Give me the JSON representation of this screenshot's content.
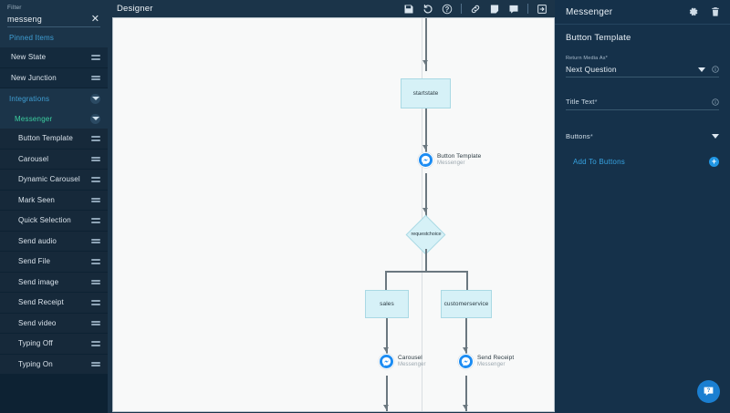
{
  "sidebar": {
    "filter": {
      "label": "Filter",
      "value": "messeng",
      "placeholder": "Filter",
      "clear_glyph": "✕"
    },
    "sections": [
      {
        "label": "Pinned Items",
        "color": "#3f9fd4",
        "collapsible": false
      },
      {
        "label": "Integrations",
        "color": "#3f9fd4",
        "collapsible": true
      },
      {
        "label": "Messenger",
        "color": "#3ccfa0",
        "collapsible": true
      }
    ],
    "pinned_items": [
      {
        "label": "New State"
      },
      {
        "label": "New Junction"
      }
    ],
    "messenger_items": [
      {
        "label": "Button Template"
      },
      {
        "label": "Carousel"
      },
      {
        "label": "Dynamic Carousel"
      },
      {
        "label": "Mark Seen"
      },
      {
        "label": "Quick Selection"
      },
      {
        "label": "Send audio"
      },
      {
        "label": "Send File"
      },
      {
        "label": "Send image"
      },
      {
        "label": "Send Receipt"
      },
      {
        "label": "Send video"
      },
      {
        "label": "Typing Off"
      },
      {
        "label": "Typing On"
      }
    ]
  },
  "topbar": {
    "title": "Designer",
    "icons": [
      {
        "name": "save-icon",
        "title": "Save"
      },
      {
        "name": "undo-icon",
        "title": "Undo"
      },
      {
        "name": "help-icon",
        "title": "Help"
      },
      {
        "name": "link-icon",
        "title": "Link"
      },
      {
        "name": "notes-icon",
        "title": "Notes"
      },
      {
        "name": "comment-icon",
        "title": "Comments"
      },
      {
        "name": "export-icon",
        "title": "Export"
      }
    ]
  },
  "canvas": {
    "nodes": [
      {
        "id": "startstate",
        "label": "startstate",
        "type": "box"
      },
      {
        "id": "button-template",
        "label": "Button Template",
        "sublabel": "Messenger",
        "type": "messenger"
      },
      {
        "id": "requestchoice",
        "label": "requestchoice",
        "type": "diamond"
      },
      {
        "id": "sales",
        "label": "sales",
        "type": "box"
      },
      {
        "id": "customerservice",
        "label": "customerservice",
        "type": "box"
      },
      {
        "id": "carousel",
        "label": "Carousel",
        "sublabel": "Messenger",
        "type": "messenger"
      },
      {
        "id": "send-receipt",
        "label": "Send Receipt",
        "sublabel": "Messenger",
        "type": "messenger"
      }
    ]
  },
  "right_panel": {
    "title": "Messenger",
    "subtitle": "Button Template",
    "header_icons": [
      {
        "name": "gear-icon",
        "title": "Settings"
      },
      {
        "name": "trash-icon",
        "title": "Delete"
      }
    ],
    "fields": {
      "return_media_as": {
        "label": "Return Media As",
        "required_mark": "*",
        "value": "Next Question"
      },
      "title_text": {
        "label": "Title Text",
        "required_mark": "*",
        "value": ""
      },
      "buttons": {
        "label": "Buttons",
        "required_mark": "*"
      }
    },
    "add_to_buttons": {
      "label": "Add To Buttons",
      "plus_glyph": "+"
    }
  },
  "help_fab": {
    "name": "help-chat-button"
  },
  "colors": {
    "sidebar_bg": "#1b3449",
    "nav_bg": "#0d2233",
    "panel_bg": "#15314a",
    "canvas_bg": "#f8f9f9",
    "node_fill": "#d6f1f7",
    "node_border": "#a9d9e4",
    "messenger_blue": "#1b8cf3",
    "accent_blue": "#3f9fd4",
    "accent_teal": "#3ccfa0",
    "link_blue": "#36a2e0"
  }
}
